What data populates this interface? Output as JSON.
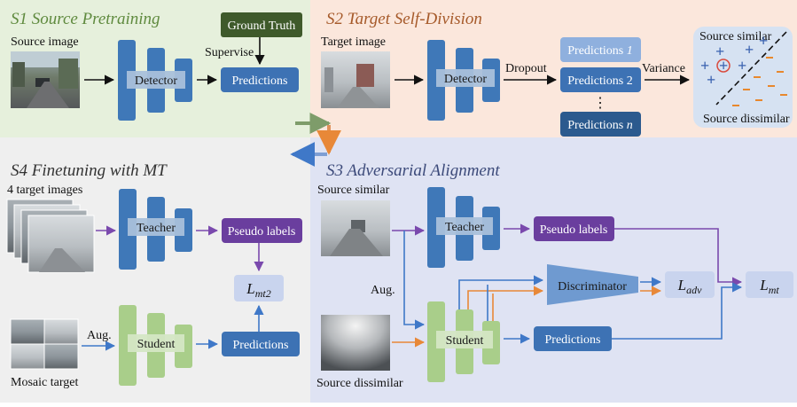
{
  "sections": {
    "s1": {
      "title": "S1 Source Pretraining",
      "source_image": "Source image",
      "detector": "Detector",
      "predictions": "Predictions",
      "ground_truth": "Ground Truth",
      "supervise": "Supervise"
    },
    "s2": {
      "title": "S2 Target Self-Division",
      "target_image": "Target image",
      "detector": "Detector",
      "dropout": "Dropout",
      "pred1": "Predictions",
      "pred1_idx": "1",
      "pred2": "Predictions 2",
      "vdots": "⋮",
      "predn": "Predictions",
      "predn_idx": "n",
      "variance": "Variance",
      "source_similar": "Source similar",
      "source_dissimilar": "Source dissimilar"
    },
    "s3": {
      "title": "S3 Adversarial Alignment",
      "source_similar": "Source similar",
      "source_dissimilar": "Source dissimilar",
      "aug": "Aug.",
      "teacher": "Teacher",
      "student": "Student",
      "pseudo_labels": "Pseudo labels",
      "discriminator": "Discriminator",
      "predictions": "Predictions",
      "l_adv": "L",
      "l_adv_sub": "adv",
      "l_mt": "L",
      "l_mt_sub": "mt"
    },
    "s4": {
      "title": "S4 Finetuning with MT",
      "target_images": "4 target images",
      "teacher": "Teacher",
      "student": "Student",
      "pseudo_labels": "Pseudo labels",
      "predictions": "Predictions",
      "aug": "Aug.",
      "mosaic": "Mosaic target",
      "l_mt2": "L",
      "l_mt2_sub": "mt2"
    }
  },
  "colors": {
    "s1_bg": "#e6f0dc",
    "s2_bg": "#fbe7dc",
    "s3_bg": "#dfe3f3",
    "s4_bg": "#efefef",
    "detector_blue": "#3f78b8",
    "pred_blue": "#3d72b4",
    "pred_light": "#8fb0de",
    "pred_dark": "#2b5a8e",
    "gt_green": "#3f5a2b",
    "student_green": "#a9ce8a",
    "pseudo_purple": "#6a3e9e",
    "loss_box": "#c9d4ee",
    "disc_blue": "#6f9ad0",
    "arrow_purple": "#7a49ad",
    "arrow_blue": "#3f78c8",
    "arrow_orange": "#e88838",
    "plus_blue": "#3a62b0",
    "minus_orange": "#e8882d"
  }
}
